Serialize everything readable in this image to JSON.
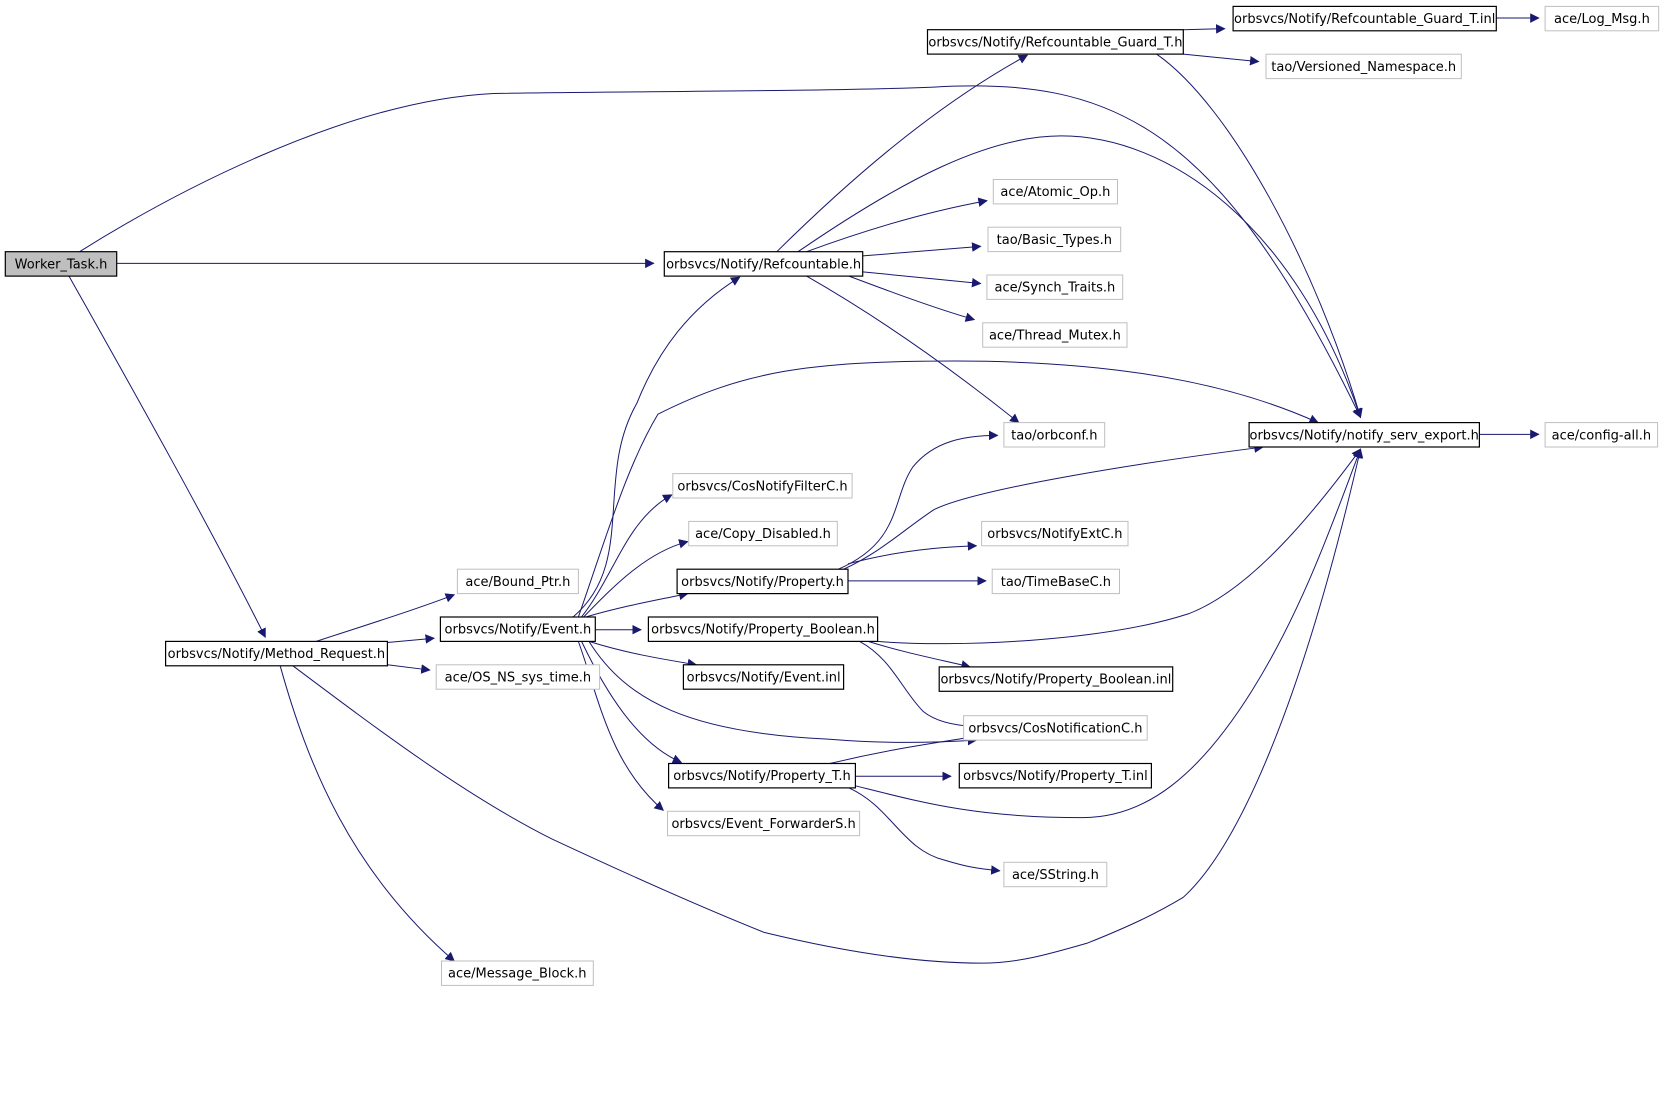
{
  "diagram": {
    "nodes": [
      {
        "id": "worker_task",
        "label": "Worker_Task.h",
        "style": "root"
      },
      {
        "id": "refcountable",
        "label": "orbsvcs/Notify/Refcountable.h",
        "style": "solid"
      },
      {
        "id": "method_request",
        "label": "orbsvcs/Notify/Method_Request.h",
        "style": "solid"
      },
      {
        "id": "notify_serv_export",
        "label": "orbsvcs/Notify/notify_serv_export.h",
        "style": "solid"
      },
      {
        "id": "refcountable_guard",
        "label": "orbsvcs/Notify/Refcountable_Guard_T.h",
        "style": "solid"
      },
      {
        "id": "refcountable_guard_inl",
        "label": "orbsvcs/Notify/Refcountable_Guard_T.inl",
        "style": "solid"
      },
      {
        "id": "log_msg",
        "label": "ace/Log_Msg.h",
        "style": "faint"
      },
      {
        "id": "versioned_namespace",
        "label": "tao/Versioned_Namespace.h",
        "style": "faint"
      },
      {
        "id": "atomic_op",
        "label": "ace/Atomic_Op.h",
        "style": "faint"
      },
      {
        "id": "basic_types",
        "label": "tao/Basic_Types.h",
        "style": "faint"
      },
      {
        "id": "synch_traits",
        "label": "ace/Synch_Traits.h",
        "style": "faint"
      },
      {
        "id": "thread_mutex",
        "label": "ace/Thread_Mutex.h",
        "style": "faint"
      },
      {
        "id": "orbconf",
        "label": "tao/orbconf.h",
        "style": "faint"
      },
      {
        "id": "config_all",
        "label": "ace/config-all.h",
        "style": "faint"
      },
      {
        "id": "cosnotifyfilterc",
        "label": "orbsvcs/CosNotifyFilterC.h",
        "style": "faint"
      },
      {
        "id": "copy_disabled",
        "label": "ace/Copy_Disabled.h",
        "style": "faint"
      },
      {
        "id": "notifyextc",
        "label": "orbsvcs/NotifyExtC.h",
        "style": "faint"
      },
      {
        "id": "property",
        "label": "orbsvcs/Notify/Property.h",
        "style": "solid"
      },
      {
        "id": "timebasec",
        "label": "tao/TimeBaseC.h",
        "style": "faint"
      },
      {
        "id": "bound_ptr",
        "label": "ace/Bound_Ptr.h",
        "style": "faint"
      },
      {
        "id": "event",
        "label": "orbsvcs/Notify/Event.h",
        "style": "solid"
      },
      {
        "id": "property_boolean",
        "label": "orbsvcs/Notify/Property_Boolean.h",
        "style": "solid"
      },
      {
        "id": "os_ns_sys_time",
        "label": "ace/OS_NS_sys_time.h",
        "style": "faint"
      },
      {
        "id": "event_inl",
        "label": "orbsvcs/Notify/Event.inl",
        "style": "solid"
      },
      {
        "id": "property_boolean_inl",
        "label": "orbsvcs/Notify/Property_Boolean.inl",
        "style": "solid"
      },
      {
        "id": "cosnotificationc",
        "label": "orbsvcs/CosNotificationC.h",
        "style": "faint"
      },
      {
        "id": "property_t",
        "label": "orbsvcs/Notify/Property_T.h",
        "style": "solid"
      },
      {
        "id": "property_t_inl",
        "label": "orbsvcs/Notify/Property_T.inl",
        "style": "solid"
      },
      {
        "id": "event_forwarders",
        "label": "orbsvcs/Event_ForwarderS.h",
        "style": "faint"
      },
      {
        "id": "sstring",
        "label": "ace/SString.h",
        "style": "faint"
      },
      {
        "id": "message_block",
        "label": "ace/Message_Block.h",
        "style": "faint"
      }
    ],
    "edges": [
      [
        "worker_task",
        "refcountable"
      ],
      [
        "worker_task",
        "notify_serv_export"
      ],
      [
        "worker_task",
        "method_request"
      ],
      [
        "refcountable",
        "refcountable_guard"
      ],
      [
        "refcountable",
        "notify_serv_export"
      ],
      [
        "refcountable",
        "atomic_op"
      ],
      [
        "refcountable",
        "basic_types"
      ],
      [
        "refcountable",
        "synch_traits"
      ],
      [
        "refcountable",
        "thread_mutex"
      ],
      [
        "refcountable",
        "orbconf"
      ],
      [
        "refcountable_guard",
        "refcountable_guard_inl"
      ],
      [
        "refcountable_guard",
        "versioned_namespace"
      ],
      [
        "refcountable_guard",
        "notify_serv_export"
      ],
      [
        "refcountable_guard_inl",
        "log_msg"
      ],
      [
        "notify_serv_export",
        "config_all"
      ],
      [
        "method_request",
        "bound_ptr"
      ],
      [
        "method_request",
        "event"
      ],
      [
        "method_request",
        "os_ns_sys_time"
      ],
      [
        "method_request",
        "message_block"
      ],
      [
        "method_request",
        "notify_serv_export"
      ],
      [
        "event",
        "refcountable"
      ],
      [
        "event",
        "notify_serv_export"
      ],
      [
        "event",
        "cosnotifyfilterc"
      ],
      [
        "event",
        "copy_disabled"
      ],
      [
        "event",
        "property"
      ],
      [
        "event",
        "property_boolean"
      ],
      [
        "event",
        "event_inl"
      ],
      [
        "event",
        "cosnotificationc"
      ],
      [
        "event",
        "property_t"
      ],
      [
        "event",
        "event_forwarders"
      ],
      [
        "property",
        "orbconf"
      ],
      [
        "property",
        "notify_serv_export"
      ],
      [
        "property",
        "notifyextc"
      ],
      [
        "property",
        "timebasec"
      ],
      [
        "property_boolean",
        "notify_serv_export"
      ],
      [
        "property_boolean",
        "property_boolean_inl"
      ],
      [
        "property_boolean",
        "cosnotificationc"
      ],
      [
        "property_t",
        "cosnotificationc"
      ],
      [
        "property_t",
        "property_t_inl"
      ],
      [
        "property_t",
        "notify_serv_export"
      ],
      [
        "property_t",
        "sstring"
      ]
    ]
  }
}
